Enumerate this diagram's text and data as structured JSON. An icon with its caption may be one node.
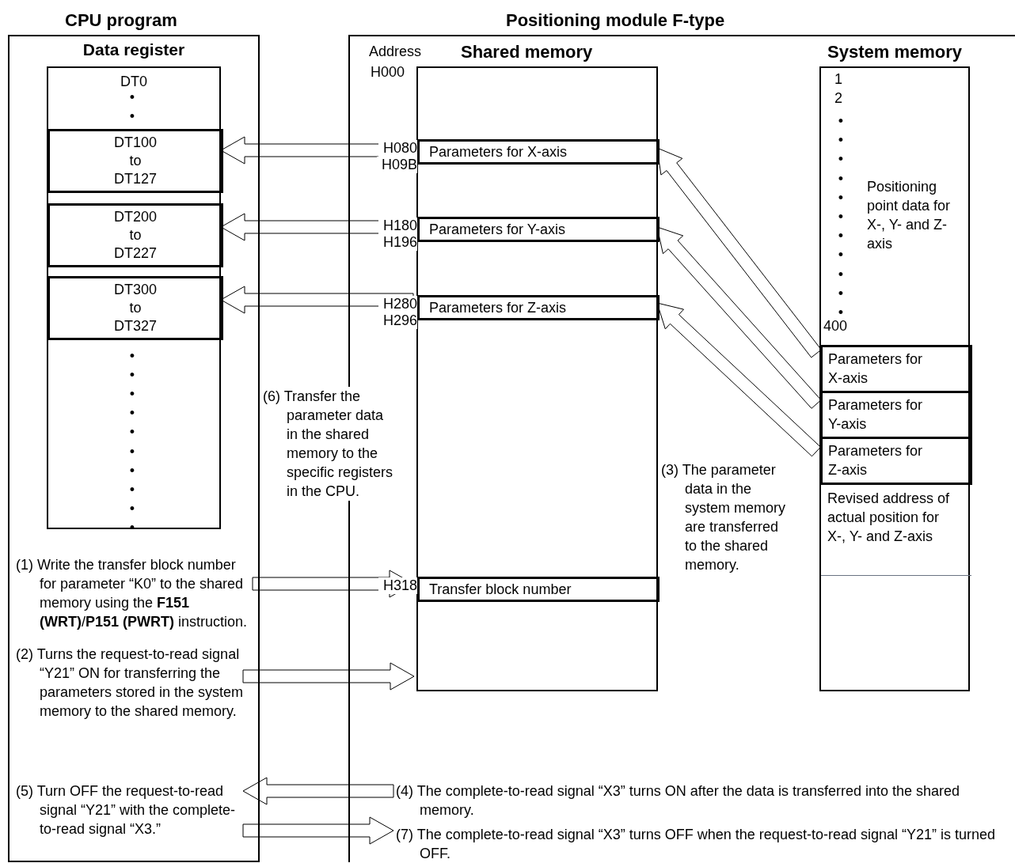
{
  "diagram": {
    "nodes": [
      {
        "text": [
          "CPU program",
          "Data register"
        ]
      },
      {
        "text": [
          "DT0"
        ],
        "in": 0
      },
      {
        "text": [
          "DT100 to DT127"
        ],
        "in": 1
      },
      {
        "text": [
          "DT200 to DT227"
        ],
        "in": 1
      },
      {
        "text": [
          "DT300 to DT327"
        ],
        "in": 1
      },
      {
        "text": [
          "Positioning module F-type"
        ]
      },
      {
        "text": [
          "Shared memory"
        ],
        "in": 5
      },
      {
        "text": [
          "Parameters for X-axis"
        ],
        "in": 6,
        "beside": [
          "H080",
          "H09B"
        ]
      },
      {
        "text": [
          "Parameters for Y-axis"
        ],
        "in": 6,
        "beside": [
          "H180",
          "H196"
        ]
      },
      {
        "text": [
          "Parameters for Z-axis"
        ],
        "in": 6,
        "beside": [
          "H280",
          "H296"
        ]
      },
      {
        "text": [
          "Transfer block number"
        ],
        "in": 6,
        "beside": [
          "H318"
        ]
      },
      {
        "text": [
          "System memory",
          "Positioning point data for X-, Y- and Z-axis"
        ],
        "in": 5
      },
      {
        "text": [
          "Parameters for X-axis"
        ],
        "in": 11
      },
      {
        "text": [
          "Parameters for Y-axis"
        ],
        "in": 11
      },
      {
        "text": [
          "Parameters for Z-axis"
        ],
        "in": 11
      },
      {
        "text": [
          "Revised address of actual position for X-, Y- and Z-axis"
        ],
        "in": 11
      },
      {
        "text": [
          "(1) Write the transfer block number for parameter “K0” to the shared memory using the **F151 (WRT)**/**P151 (PWRT)** instruction."
        ],
        "in": 0
      },
      {
        "text": [
          "(2) Turns the request-to-read signal “Y21” ON for transferring the parameters stored in the system memory to the shared memory."
        ],
        "in": 0
      },
      {
        "text": [
          "(5) Turn OFF the request-to-read signal “Y21” with the complete-to-read signal “X3.”"
        ],
        "in": 0
      },
      {
        "text": [
          "(4) The complete-to-read signal “X3” turns ON after the data is transferred into the shared memory."
        ],
        "in": 5
      },
      {
        "text": [
          "(7) The complete-to-read signal “X3” turns OFF when the request-to-read signal “Y21” is turned OFF."
        ],
        "in": 5
      }
    ],
    "edges": [
      {
        "from": 7,
        "to": 2,
        "arrow": "to"
      },
      {
        "from": 8,
        "to": 3,
        "arrow": "to"
      },
      {
        "from": 9,
        "to": 4,
        "arrow": "to"
      },
      {
        "from": 12,
        "to": 7,
        "arrow": "to"
      },
      {
        "from": 13,
        "to": 8,
        "arrow": "to"
      },
      {
        "from": 14,
        "to": 9,
        "arrow": "to"
      },
      {
        "from": 16,
        "to": 10,
        "arrow": "to"
      },
      {
        "from": 17,
        "to": 6,
        "arrow": "to"
      },
      {
        "from": 19,
        "to": 18,
        "arrow": "to"
      },
      {
        "from": 18,
        "to": 20,
        "arrow": "to"
      }
    ],
    "labels": [
      "Address",
      "H000",
      "1",
      "2",
      "•",
      "•",
      "•",
      "•",
      "•",
      "•",
      "•",
      "•",
      "•",
      "•",
      "•",
      "•",
      "•",
      "400",
      "•",
      "•",
      "•",
      "•",
      "•",
      "•",
      "•",
      "•",
      "•",
      "•",
      "(6) Transfer the parameter data in the shared memory to the specific registers in the CPU.",
      "(3) The parameter data in the system memory are transferred to the shared memory."
    ]
  }
}
